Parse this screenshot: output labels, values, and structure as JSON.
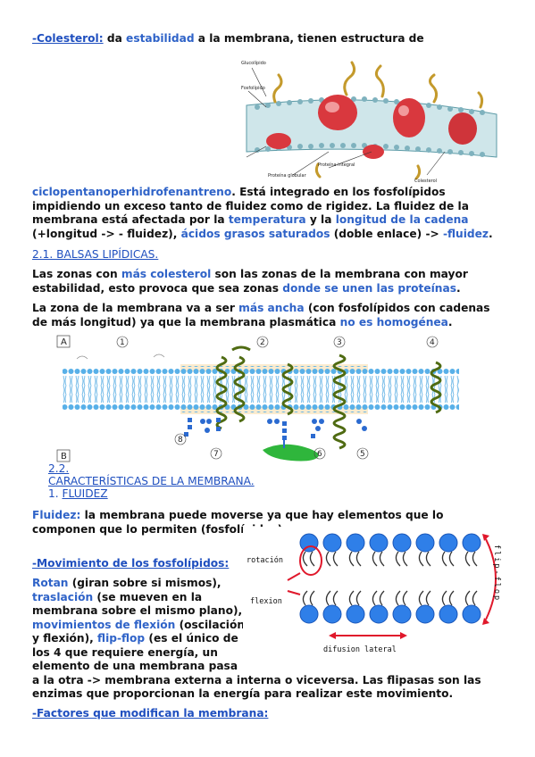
{
  "colesterol": {
    "heading": "-Colesterol:",
    "t1": " da ",
    "t1_blue": "estabilidad",
    "t1_rest": " a la membrana, tienen estructura de",
    "p2_blue": "ciclopentanoperhidrofenantreno",
    "p2_a": ". Está integrado en los fosfolípidos impidiendo un exceso tanto de fluidez como de rigidez. La fluidez de la membrana está afectada por la ",
    "p2_blue2": "temperatura",
    "p2_b": " y la ",
    "p2_blue3": "longitud de la cadena",
    "p2_c": " (+longitud -> - fluidez), ",
    "p2_blue4": "ácidos grasos saturados",
    "p2_d": " (doble enlace) -> ",
    "p2_blue5": "-fluidez",
    "p2_e": "."
  },
  "membrane_figure_labels": [
    "Glucolípido",
    "Fosfolípido",
    "Proteína globular",
    "Colesterol",
    "Proteína integral"
  ],
  "balsas": {
    "heading": "2.1. BALSAS LIPÍDICAS.",
    "p1_a": "Las zonas con ",
    "p1_blue": "más colesterol",
    "p1_b": " son las zonas de la membrana con mayor estabilidad, esto provoca que sea zonas ",
    "p1_blue2": "donde se unen las proteínas",
    "p1_c": ".",
    "p2_a": "La zona de la membrana va a ser ",
    "p2_blue": "más ancha",
    "p2_b": " (con fosfolípidos con cadenas de más longitud) ya que la membrana plasmática ",
    "p2_blue2": "no es homogénea",
    "p2_c": "."
  },
  "raft_figure": {
    "label_a": "A",
    "label_b": "B",
    "numbers": [
      "1",
      "2",
      "3",
      "4",
      "5",
      "6",
      "7",
      "8"
    ]
  },
  "section22": {
    "num": "2.2.",
    "title": "CARACTERÍSTICAS DE LA MEMBRANA.",
    "item": "1.",
    "item_title": "FLUIDEZ"
  },
  "fluidez": {
    "label": "Fluidez:",
    "text": " la membrana puede moverse ya que hay elementos que lo componen que lo permiten (fosfolípidos).",
    "mov_heading": "-Movimiento de los fosfolípidos:",
    "rotan": "Rotan",
    "rotan_t": " (giran sobre si mismos), ",
    "traslacion": "traslación",
    "traslacion_t": " (se mueven en la membrana sobre el mismo plano), ",
    "flexion": "movimientos de flexión",
    "flexion_t": " (oscilación y flexión), ",
    "flipflop": "flip-flop",
    "flipflop_t": " (es el único de los 4 que requiere energía, un elemento de una membrana pasa a la otra -> membrana externa a interna o viceversa. Las flipasas son las enzimas que proporcionan la energía para realizar este movimiento."
  },
  "bilayer_figure": {
    "rotacion": "rotación",
    "flexion": "flexion",
    "difusion": "difusion lateral",
    "flipflop": "flip-flop"
  },
  "factores": {
    "heading": "-Factores que modifican la membrana:"
  }
}
